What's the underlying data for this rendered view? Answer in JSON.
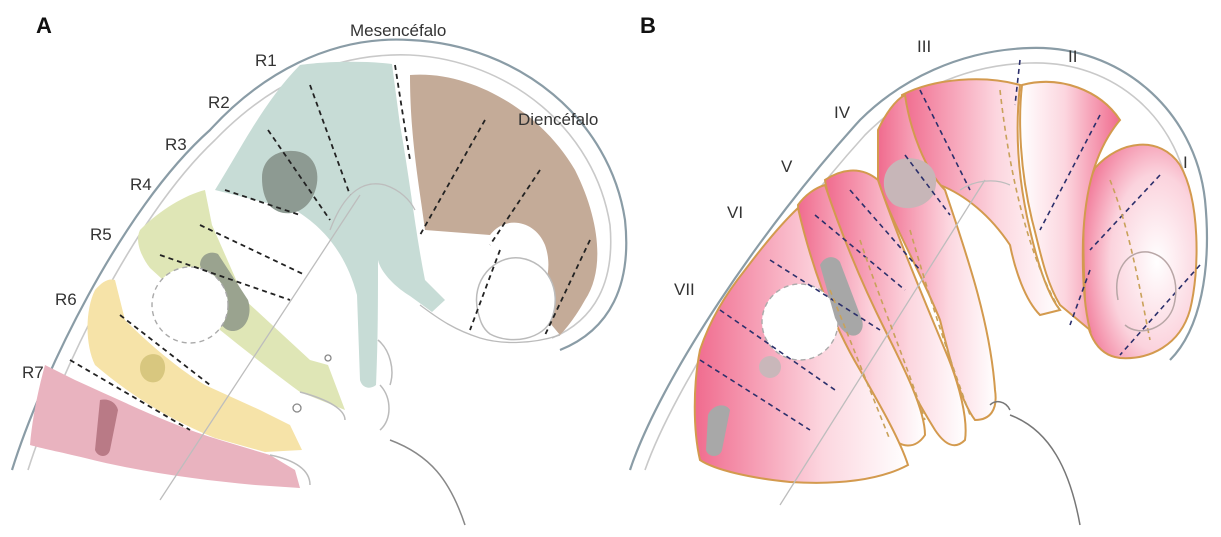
{
  "panel_a": {
    "letter": "A",
    "mesencephalon": "Mesencéfalo",
    "diencephalon": "Diencéfalo",
    "rhombomeres": [
      "R1",
      "R2",
      "R3",
      "R4",
      "R5",
      "R6",
      "R7"
    ]
  },
  "panel_b": {
    "letter": "B",
    "numerals": [
      "I",
      "II",
      "III",
      "IV",
      "V",
      "VI",
      "VII"
    ]
  },
  "colors": {
    "r1_region": "#c7dcd6",
    "diencephalon_region": "#c4ab98",
    "r4_stream": "#dfe6b6",
    "r6_stream": "#f6e3a8",
    "r7_stream": "#e9b3bf",
    "dark_blob": "#8d9a92",
    "pink_segment": "#f07a98",
    "pink_light": "#fde7ec",
    "outline": "#8a9ca6"
  }
}
